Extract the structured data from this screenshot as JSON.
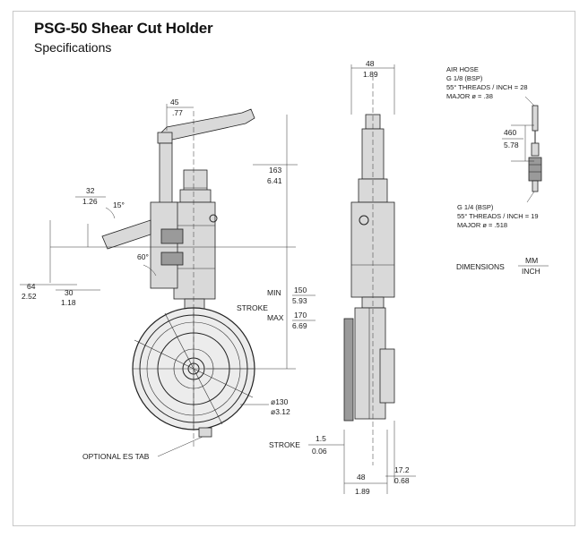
{
  "header": {
    "title": "PSG-50 Shear Cut Holder",
    "subtitle": "Specifications"
  },
  "front_view": {
    "dim_45": {
      "mm": "45",
      "inch": ".77"
    },
    "dim_32": {
      "mm": "32",
      "inch": "1.26"
    },
    "angle_15": "15°",
    "angle_60": "60°",
    "dim_64": {
      "mm": "64",
      "inch": "2.52"
    },
    "dim_30": {
      "mm": "30",
      "inch": "1.18"
    },
    "dim_163": {
      "mm": "163",
      "inch": "6.41"
    },
    "stroke_label": "STROKE",
    "min_label": "MIN",
    "max_label": "MAX",
    "dim_min": {
      "mm": "150",
      "inch": "5.93"
    },
    "dim_max": {
      "mm": "170",
      "inch": "6.69"
    },
    "dim_dia": {
      "mm": "ø130",
      "inch": "ø3.12"
    },
    "optional_es_tab": "OPTIONAL ES TAB"
  },
  "side_view": {
    "dim_48_top": {
      "mm": "48",
      "inch": "1.89"
    },
    "dim_48_bottom": {
      "mm": "48",
      "inch": "1.89"
    },
    "dim_17": {
      "mm": "17.2",
      "inch": "0.68"
    },
    "stroke_label": "STROKE",
    "dim_stroke": {
      "mm": "1.5",
      "inch": "0.06"
    }
  },
  "air_hose": {
    "title": "AIR HOSE",
    "thread": "G 1/8 (BSP)",
    "threads_per_inch": "55° THREADS / INCH = 28",
    "major": "MAJOR ø = .38",
    "dim": {
      "mm": "460",
      "inch": "5.78"
    }
  },
  "port": {
    "thread": "G 1/4 (BSP)",
    "threads_per_inch": "55° THREADS / INCH = 19",
    "major": "MAJOR ø = .518"
  },
  "dimensions_legend": {
    "label": "DIMENSIONS",
    "mm": "MM",
    "inch": "INCH"
  }
}
